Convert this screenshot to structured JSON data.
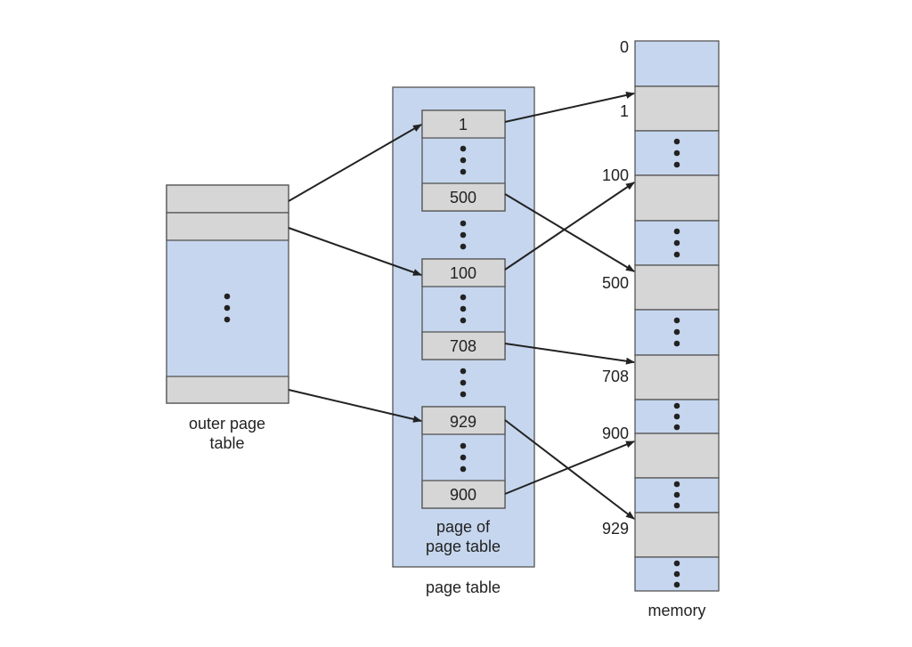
{
  "labels": {
    "outer_page_table": [
      "outer page",
      "table"
    ],
    "page_of_page_table": [
      "page of",
      "page table"
    ],
    "page_table": "page table",
    "memory": "memory"
  },
  "page_table_entries": [
    "1",
    "500",
    "100",
    "708",
    "929",
    "900"
  ],
  "memory_addresses": [
    "0",
    "1",
    "100",
    "500",
    "708",
    "900",
    "929"
  ],
  "colors": {
    "page_fill": "#c6d6ee",
    "entry_fill": "#d6d6d6",
    "stroke": "#555555",
    "arrow": "#222222"
  }
}
